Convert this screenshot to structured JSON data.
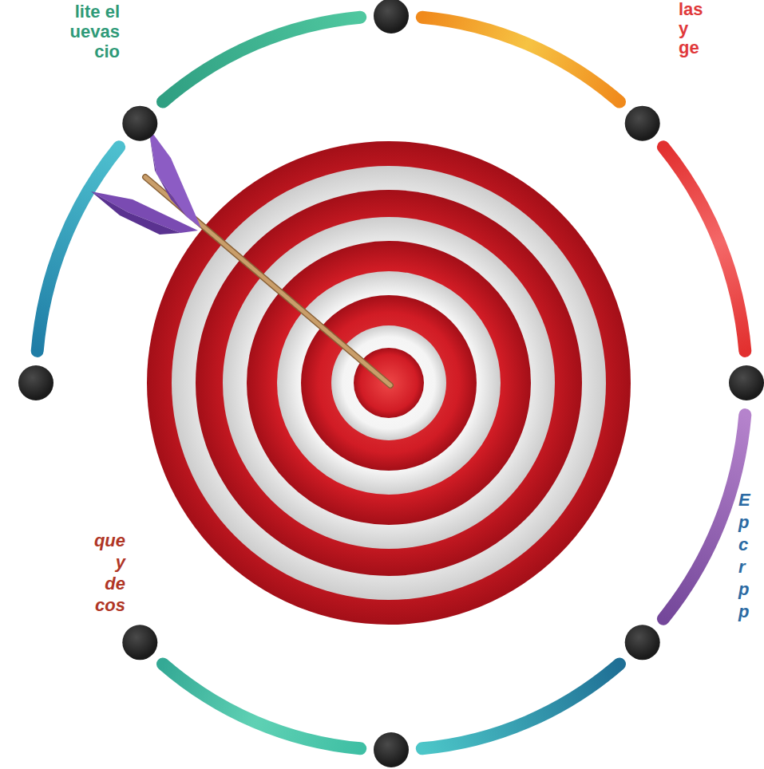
{
  "diagram": {
    "labels": [
      "lite el uevas cio",
      "las y ge",
      "que y de cos",
      "E p c r p p"
    ]
  }
}
